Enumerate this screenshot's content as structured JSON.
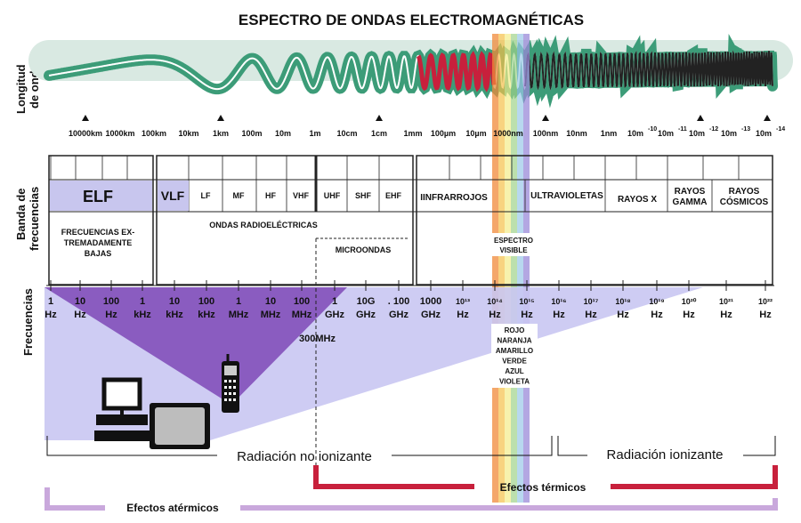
{
  "title": "ESPECTRO DE ONDAS ELECTROMAGNÉTICAS",
  "side_labels": {
    "wavelength": [
      "Longitud",
      "de onda"
    ],
    "bands": [
      "Banda de",
      "frecuencias"
    ],
    "frequencies": "Frecuencias"
  },
  "wavelengths": [
    "10000km",
    "1000km",
    "100km",
    "10km",
    "1km",
    "100m",
    "10m",
    "1m",
    "10cm",
    "1cm",
    "1mm",
    "100µm",
    "10µm",
    "1000nm",
    "100nm",
    "10nm",
    "1nm",
    "10m-10",
    "10m-11",
    "10m-12",
    "10m-13",
    "10m-14"
  ],
  "wavelength_exponent_labels": [
    {
      "base": "10m",
      "exp": "-10"
    },
    {
      "base": "10m",
      "exp": "-11"
    },
    {
      "base": "10m",
      "exp": "-12"
    },
    {
      "base": "10m",
      "exp": "-13"
    },
    {
      "base": "10m",
      "exp": "-14"
    }
  ],
  "bands": {
    "elf": "ELF",
    "vlf": "VLF",
    "radio": [
      "LF",
      "MF",
      "HF",
      "VHF",
      "UHF",
      "SHF",
      "EHF"
    ],
    "infrared": "IINFRARROJOS",
    "ultraviolet": "ULTRAVIOLETAS",
    "xrays": "RAYOS X",
    "gamma": [
      "RAYOS",
      "GAMMA"
    ],
    "cosmic": [
      "RAYOS",
      "CÓSMICOS"
    ]
  },
  "regions": {
    "elf_desc": [
      "FRECUENCIAS EX-",
      "TREMADAMENTE",
      "BAJAS"
    ],
    "radio": "ONDAS RADIOELÉCTRICAS",
    "microwaves": "MICROONDAS",
    "visible": [
      "ESPECTRO",
      "VISIBLE"
    ]
  },
  "frequencies": [
    {
      "v": "1",
      "u": "Hz"
    },
    {
      "v": "10",
      "u": "Hz"
    },
    {
      "v": "100",
      "u": "Hz"
    },
    {
      "v": "1",
      "u": "kHz"
    },
    {
      "v": "10",
      "u": "kHz"
    },
    {
      "v": "100",
      "u": "kHz"
    },
    {
      "v": "1",
      "u": "MHz"
    },
    {
      "v": "10",
      "u": "MHz"
    },
    {
      "v": "100",
      "u": "MHz"
    },
    {
      "v": "1",
      "u": "GHz"
    },
    {
      "v": "10G",
      "u": "GHz"
    },
    {
      "v": ". 100",
      "u": "GHz"
    },
    {
      "v": "1000",
      "u": "GHz"
    },
    {
      "v": "10¹³",
      "u": "Hz"
    },
    {
      "v": "10¹⁴",
      "u": "Hz"
    },
    {
      "v": "10¹⁵",
      "u": "Hz"
    },
    {
      "v": "10¹⁶",
      "u": "Hz"
    },
    {
      "v": "10¹⁷",
      "u": "Hz"
    },
    {
      "v": "10¹⁸",
      "u": "Hz"
    },
    {
      "v": "10¹⁹",
      "u": "Hz"
    },
    {
      "v": "10²⁰",
      "u": "Hz"
    },
    {
      "v": "10²¹",
      "u": "Hz"
    },
    {
      "v": "10²²",
      "u": "Hz"
    }
  ],
  "marker_300mhz": "300MHz",
  "visible_colors": [
    "ROJO",
    "NARANJA",
    "AMARILLO",
    "VERDE",
    "AZUL",
    "VIOLETA"
  ],
  "radiation": {
    "non_ionizing": "Radiación no ionizante",
    "ionizing": "Radiación ionizante"
  },
  "effects": {
    "thermal": "Efectos térmicos",
    "athermal": "Efectos atérmicos"
  },
  "colors": {
    "wave": "#3c9c78",
    "wave_red": "#c8203c",
    "purple": "#8a5cc0",
    "lavender": "#c9c6f2",
    "thermal_bar": "#c8203c",
    "athermal_bar": "#c9a8dc"
  }
}
